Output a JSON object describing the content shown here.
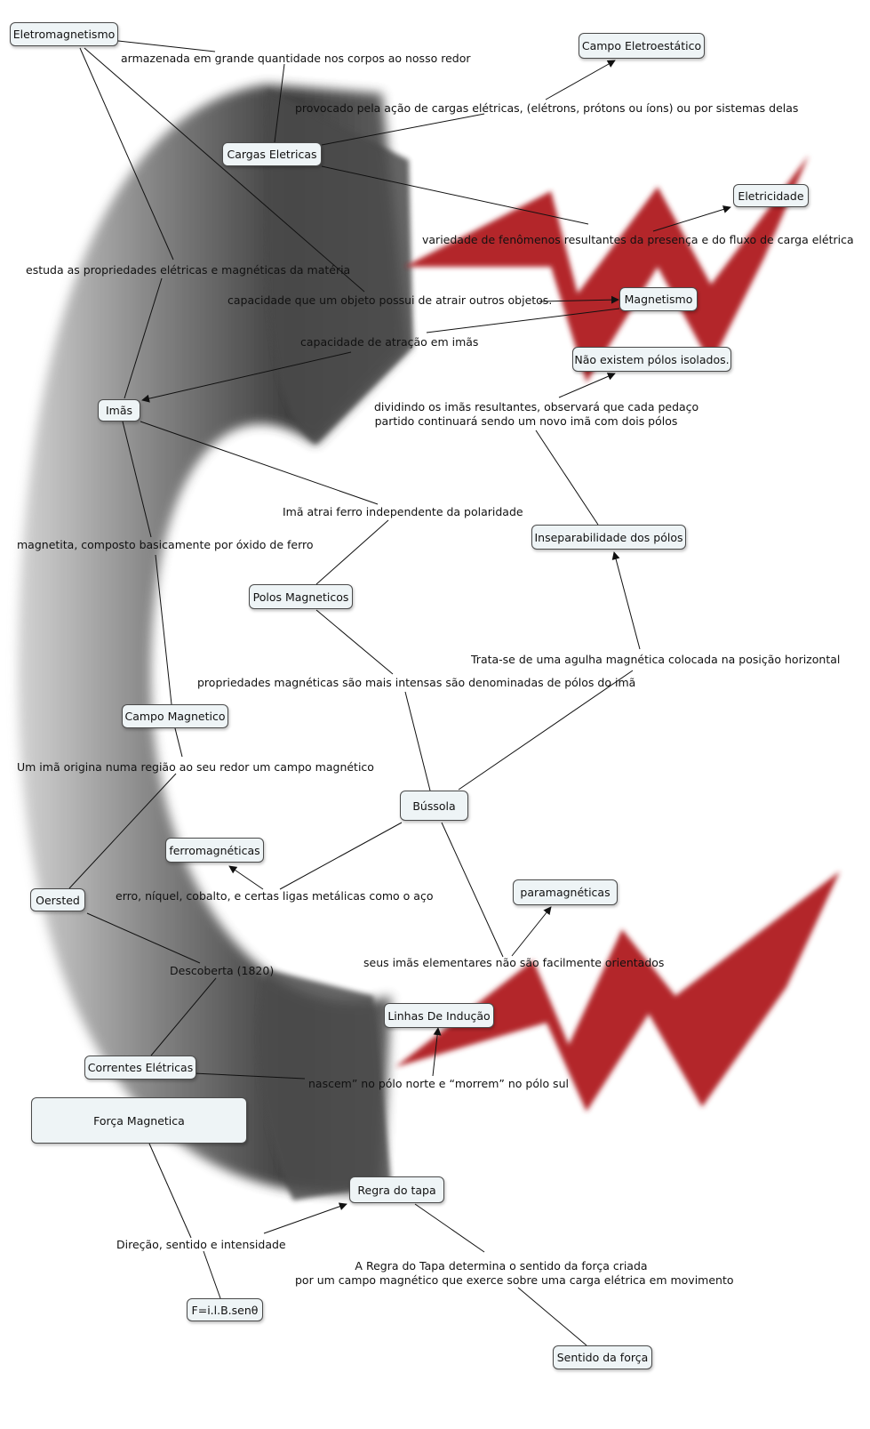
{
  "background": {
    "magnet_colors": [
      "#2f2f2f",
      "#7a7a7a",
      "#d0d0d0"
    ],
    "bolt_color": "#b3262b"
  },
  "nodes": {
    "eletromagnetismo": "Eletromagnetismo",
    "campo_eletroestatico": "Campo Eletroestático",
    "cargas_eletricas": "Cargas Eletricas",
    "eletricidade": "Eletricidade",
    "magnetismo": "Magnetismo",
    "nao_existem_polos": "Não existem pólos isolados.",
    "imas": "Imãs",
    "inseparabilidade": "Inseparabilidade dos pólos",
    "polos_magneticos": "Polos Magneticos",
    "campo_magnetico": "Campo Magnetico",
    "bussola": "Bússola",
    "ferromagneticas": "ferromagnéticas",
    "paramagneticas": "paramagnéticas",
    "oersted": "Oersted",
    "linhas_inducao": "Linhas De Indução",
    "correntes_eletricas": "Correntes Elétricas",
    "forca_magnetica": "Força Magnetica",
    "regra_tapa": "Regra do tapa",
    "formula": "F=i.l.B.senθ",
    "sentido_forca": "Sentido da força"
  },
  "labels": {
    "armazenada": "armazenada em grande quantidade nos corpos ao nosso redor",
    "provocado": "provocado pela ação de cargas elétricas, (elétrons, prótons ou íons) ou por sistemas delas",
    "variedade": "variedade de fenômenos resultantes da presença e do fluxo de carga elétrica",
    "estuda": "estuda as propriedades elétricas e magnéticas da matéria",
    "capacidade_objeto": "capacidade que um objeto possui de atrair outros objetos.",
    "capacidade_atracao": "capacidade de atração em imãs",
    "dividindo_1": "dividindo os imãs resultantes, observará que cada pedaço",
    "dividindo_2": "partido continuará sendo um novo imã com dois pólos",
    "ima_atrai": "Imã atrai ferro independente da polaridade",
    "magnetita": "magnetita, composto basicamente por óxido de ferro",
    "trata_se": "Trata-se de uma agulha magnética colocada na posição horizontal",
    "propriedades": "propriedades magnéticas são mais intensas são denominadas de pólos do imã",
    "um_ima": "Um imã origina numa região ao seu redor um campo magnético",
    "ferro_niquel": "erro, níquel, cobalto, e certas ligas metálicas como o aço",
    "seus_imas": "seus imãs elementares não são facilmente orientados",
    "descoberta": "Descoberta (1820)",
    "nascem": "nascem” no pólo norte e “morrem” no pólo sul",
    "direcao": "Direção, sentido e intensidade",
    "regra_1": "A Regra do Tapa determina o sentido da força criada",
    "regra_2": "por um campo magnético que exerce sobre uma carga elétrica em movimento"
  }
}
